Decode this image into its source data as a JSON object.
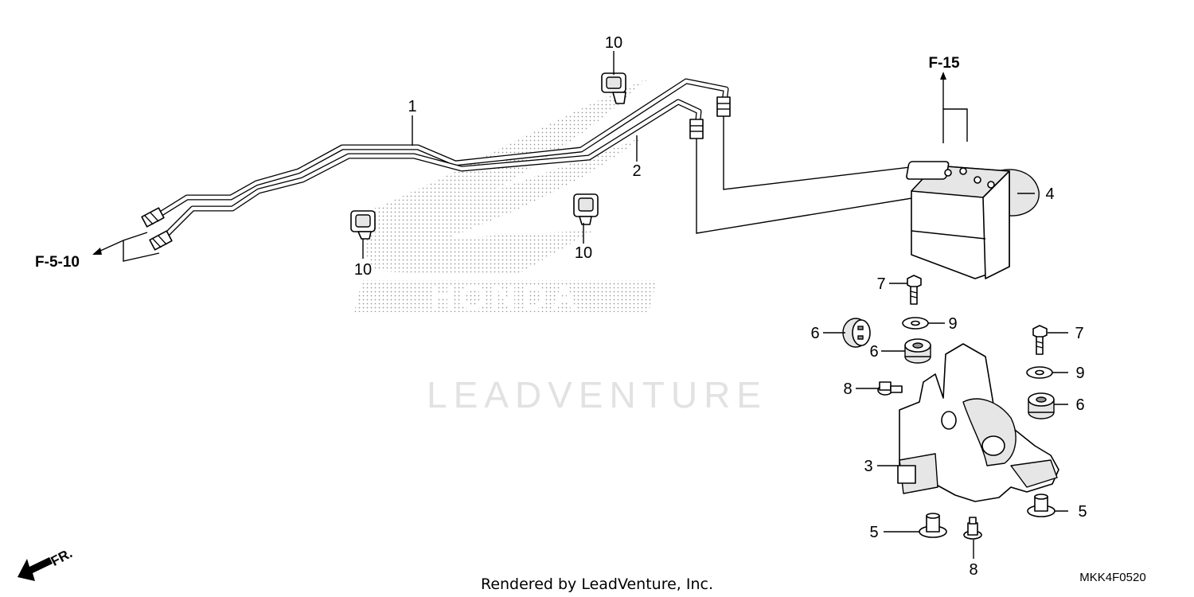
{
  "diagram": {
    "callouts": {
      "c1": "1",
      "c2": "2",
      "c3": "3",
      "c4": "4",
      "c5a": "5",
      "c5b": "5",
      "c6a": "6",
      "c6b": "6",
      "c6c": "6",
      "c7a": "7",
      "c7b": "7",
      "c8a": "8",
      "c8b": "8",
      "c9a": "9",
      "c9b": "9",
      "c10a": "10",
      "c10b": "10",
      "c10c": "10"
    },
    "references": {
      "f15": "F-15",
      "f510": "F-5-10"
    },
    "front_marker": "FR.",
    "watermark": "LEADVENTURE",
    "logo_text": "HONDA",
    "credit": "Rendered by LeadVenture, Inc.",
    "diagram_code": "MKK4F0520"
  }
}
